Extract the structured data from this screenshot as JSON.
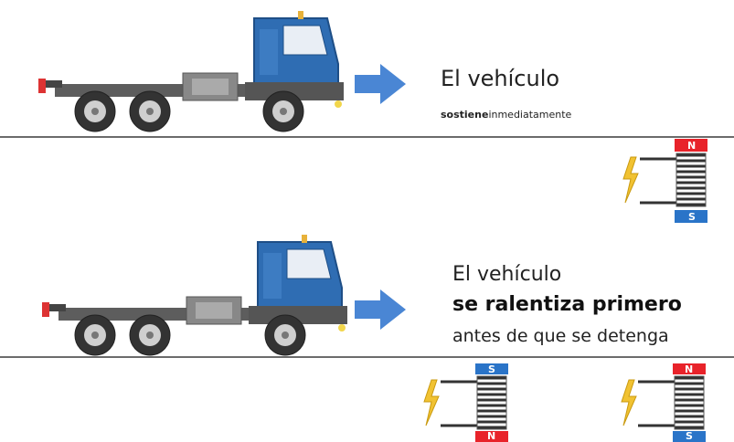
{
  "colors": {
    "cab_blue": "#2f6db3",
    "arrow_blue": "#4a86d4",
    "pole_north": "#e8232a",
    "pole_south": "#2a74c8",
    "bolt_yellow": "#f1c232",
    "chassis_gray": "#5d5d5d",
    "ground": "#6b6b6b"
  },
  "top": {
    "line1": "El vehículo",
    "bold": "sostiene",
    "rest": "inmediatamente"
  },
  "bottom": {
    "line1": "El vehículo",
    "line2": "se ralentiza primero",
    "line3": "antes de que se detenga"
  },
  "magnets": {
    "north": "N",
    "south": "S"
  },
  "icons": [
    "truck-icon",
    "arrow-right-icon",
    "lightning-bolt-icon",
    "coil-magnet-icon"
  ]
}
